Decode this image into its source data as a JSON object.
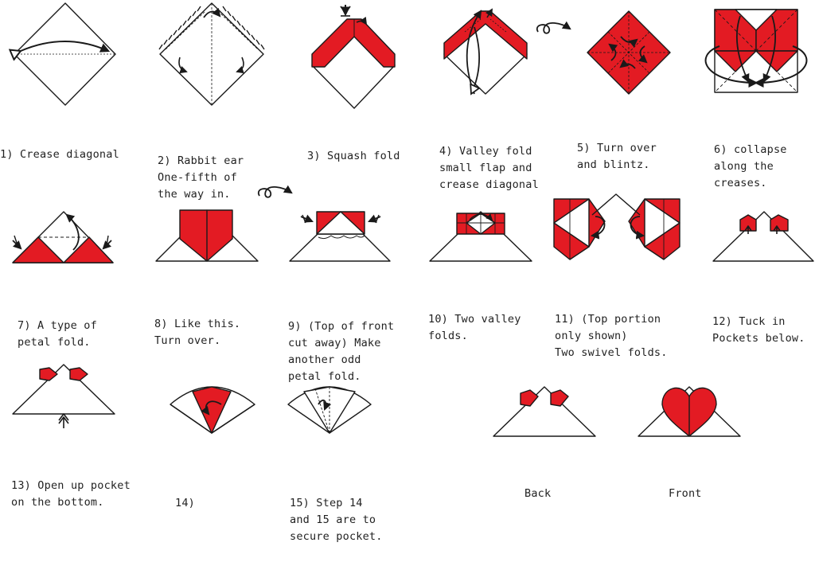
{
  "palette": {
    "red": "#e31b23",
    "ink": "#1a1a1a",
    "paper": "#ffffff"
  },
  "steps": [
    {
      "lines": [
        "1) Crease diagonal"
      ]
    },
    {
      "lines": [
        "2) Rabbit ear",
        "One-fifth of",
        "the way in."
      ]
    },
    {
      "lines": [
        "3) Squash fold"
      ]
    },
    {
      "lines": [
        "4) Valley fold",
        "small flap and",
        "crease diagonal"
      ]
    },
    {
      "lines": [
        "5) Turn over",
        "and blintz."
      ]
    },
    {
      "lines": [
        "6) collapse",
        "along the",
        "creases."
      ]
    },
    {
      "lines": [
        "7) A type of",
        "petal fold."
      ]
    },
    {
      "lines": [
        "8) Like this.",
        "Turn over."
      ]
    },
    {
      "lines": [
        "9) (Top of front",
        "cut away) Make",
        "another odd",
        "petal fold."
      ]
    },
    {
      "lines": [
        "10) Two valley",
        "folds."
      ]
    },
    {
      "lines": [
        "11) (Top portion",
        "only shown)",
        "Two swivel folds."
      ]
    },
    {
      "lines": [
        "12) Tuck in",
        "Pockets below."
      ]
    },
    {
      "lines": [
        "13) Open up pocket",
        "on the bottom."
      ]
    },
    {
      "lines": [
        "14)"
      ]
    },
    {
      "lines": [
        "15) Step 14",
        "and 15 are to",
        "secure pocket."
      ]
    }
  ],
  "results": {
    "back": "Back",
    "front": "Front"
  }
}
